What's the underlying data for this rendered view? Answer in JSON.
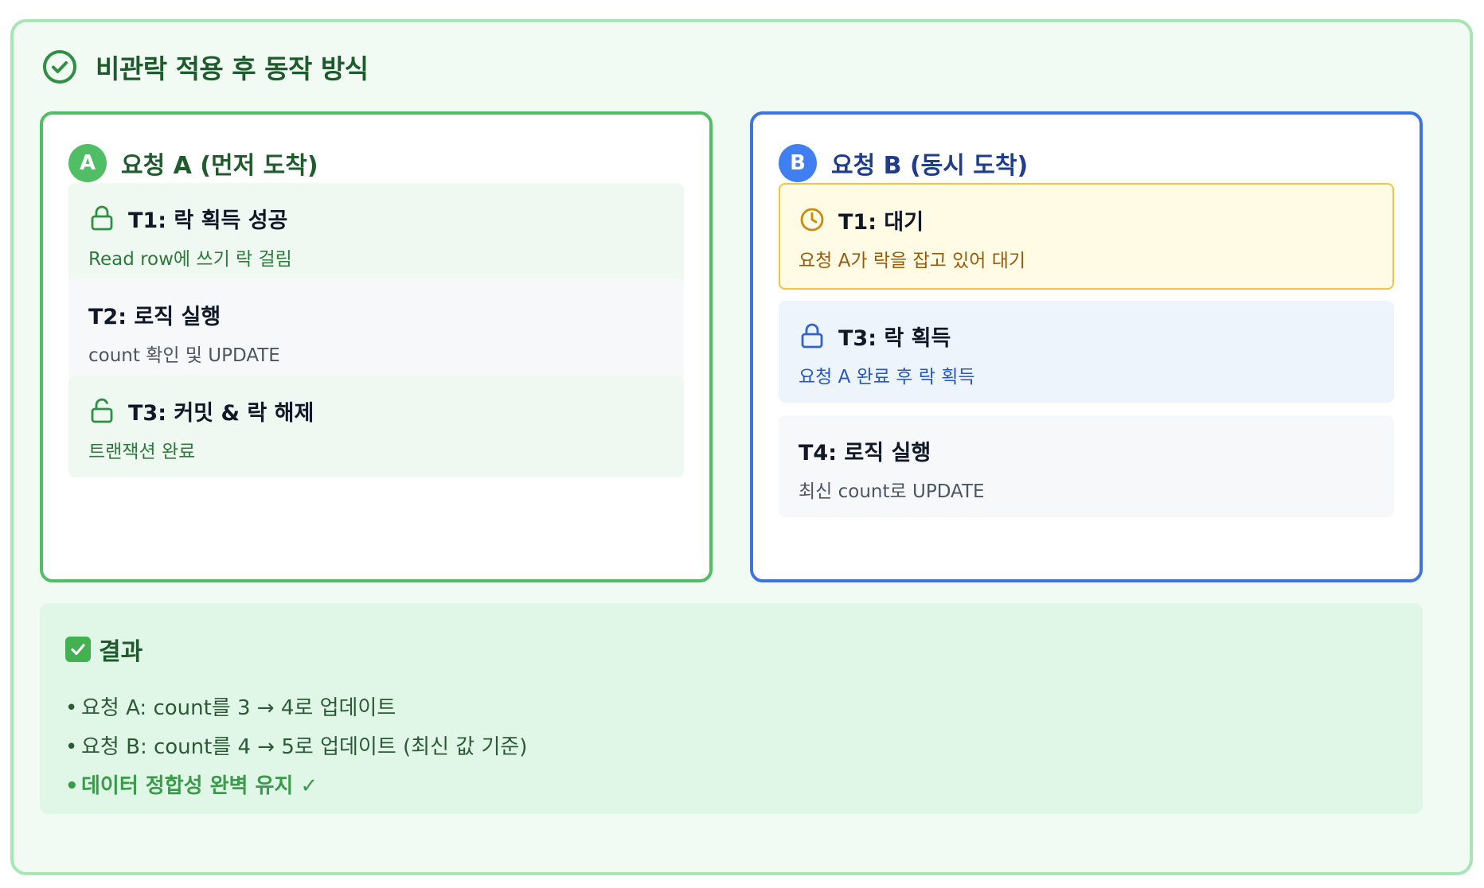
{
  "heading": {
    "title": "비관락 적용 후 동작 방식",
    "icon": "check-circle-icon"
  },
  "colors": {
    "green": "#4fbe64",
    "blue": "#3e73e6",
    "yellow": "#f0c541"
  },
  "request_a": {
    "badge": "A",
    "title": "요청 A (먼저 도착)",
    "steps": [
      {
        "title": "T1: 락 획득 성공",
        "desc": "Read row에 쓰기 락 걸림",
        "icon": "lock-icon"
      },
      {
        "title": "T2: 로직 실행",
        "desc": "count 확인 및 UPDATE"
      },
      {
        "title": "T3: 커밋 & 락 해제",
        "desc": "트랜잭션 완료",
        "icon": "unlock-icon"
      }
    ]
  },
  "request_b": {
    "badge": "B",
    "title": "요청 B (동시 도착)",
    "steps": [
      {
        "title": "T1: 대기",
        "desc": "요청 A가 락을 잡고 있어 대기",
        "icon": "clock-icon"
      },
      {
        "title": "T3: 락 획득",
        "desc": "요청 A 완료 후 락 획득",
        "icon": "lock-icon"
      },
      {
        "title": "T4: 로직 실행",
        "desc": "최신 count로 UPDATE"
      }
    ]
  },
  "result": {
    "title": "결과",
    "icon": "checkmark-box-icon",
    "items": [
      "요청 A: count를 3 → 4로 업데이트",
      "요청 B: count를 4 → 5로 업데이트 (최신 값 기준)",
      "데이터 정합성 완벽 유지 ✓"
    ]
  }
}
